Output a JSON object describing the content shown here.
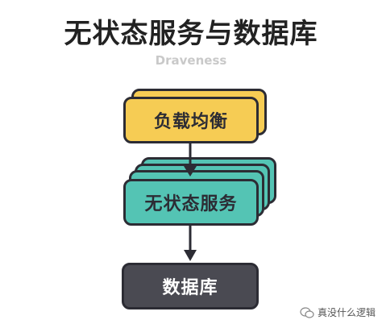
{
  "title": "无状态服务与数据库",
  "subtitle": "Draveness",
  "boxes": {
    "load_balancer": "负载均衡",
    "stateless_service": "无状态服务",
    "database": "数据库"
  },
  "colors": {
    "load_balancer_fill": "#f6cc54",
    "stateless_service_fill": "#54c4b4",
    "database_fill": "#4a4a52",
    "outline": "#2c2c34",
    "arrow": "#2c2c34"
  },
  "watermark": "真没什么逻辑"
}
